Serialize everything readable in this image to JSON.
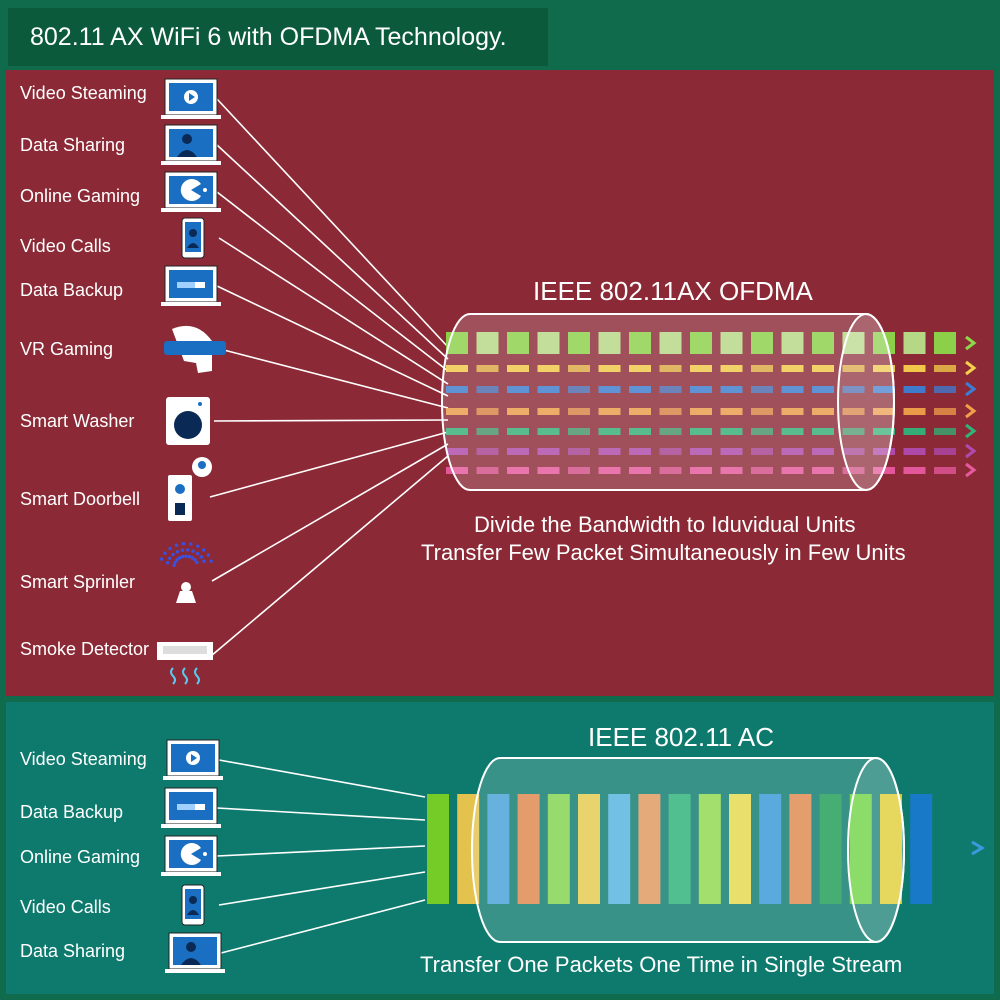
{
  "title": "802.11 AX WiFi 6 with OFDMA Technology.",
  "ofdma": {
    "heading": "IEEE 802.11AX OFDMA",
    "caption_line1": "Divide the Bandwidth to Iduvidual Units",
    "caption_line2": "Transfer Few Packet Simultaneously in Few Units",
    "devices": [
      {
        "label": "Video Steaming",
        "icon": "video-monitor-icon"
      },
      {
        "label": "Data Sharing",
        "icon": "person-monitor-icon"
      },
      {
        "label": "Online Gaming",
        "icon": "pacman-monitor-icon"
      },
      {
        "label": "Video Calls",
        "icon": "smartphone-icon"
      },
      {
        "label": "Data Backup",
        "icon": "backup-laptop-icon"
      },
      {
        "label": "VR Gaming",
        "icon": "vr-headset-icon"
      },
      {
        "label": "Smart Washer",
        "icon": "washing-machine-icon"
      },
      {
        "label": "Smart Doorbell",
        "icon": "doorbell-icon"
      },
      {
        "label": "Smart Sprinler",
        "icon": "sprinkler-icon"
      },
      {
        "label": "Smoke Detector",
        "icon": "smoke-detector-icon"
      }
    ],
    "lane_colors": [
      "#8bd94a",
      "#f5d04a",
      "#3a7fd6",
      "#f0a04a",
      "#2fb57a",
      "#b04ab0",
      "#e85aa0"
    ]
  },
  "ac": {
    "heading": "IEEE 802.11 AC",
    "caption": "Transfer One Packets One Time in Single Stream",
    "devices": [
      {
        "label": "Video Steaming",
        "icon": "video-monitor-icon"
      },
      {
        "label": "Data Backup",
        "icon": "backup-laptop-icon"
      },
      {
        "label": "Online Gaming",
        "icon": "pacman-monitor-icon"
      },
      {
        "label": "Video Calls",
        "icon": "smartphone-icon"
      },
      {
        "label": "Data Sharing",
        "icon": "person-monitor-icon"
      }
    ],
    "packet_colors": [
      "#7ed321",
      "#f5c84a",
      "#4aa3e0",
      "#f0884a",
      "#8bd94a",
      "#f5d04a",
      "#5ab8e8",
      "#f09a5a",
      "#2fb57a",
      "#9ae04a",
      "#f5e04a",
      "#3a9ae0",
      "#f08a4a",
      "#1fa050",
      "#6ad830",
      "#f0d020",
      "#1a78d0"
    ]
  },
  "colors": {
    "top_panel": "#8b2a36",
    "bottom_panel": "#0e7a6e",
    "icon_blue": "#1a6fc2"
  }
}
